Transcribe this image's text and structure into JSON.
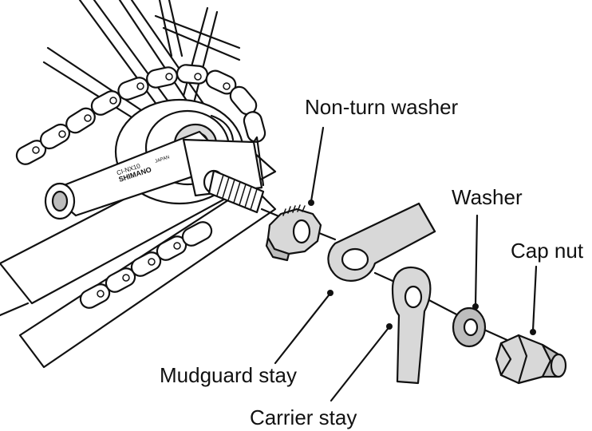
{
  "labels": {
    "non_turn_washer": "Non-turn washer",
    "washer": "Washer",
    "cap_nut": "Cap nut",
    "mudguard_stay": "Mudguard stay",
    "carrier_stay": "Carrier stay"
  },
  "hub_markings": {
    "brand": "SHIMANO",
    "model": "CI-NX10",
    "country": "JAPAN"
  },
  "colors": {
    "ink": "#111111",
    "part_fill_light": "#d8d8d8",
    "part_fill_mid": "#bdbdbd",
    "background": "#ffffff"
  }
}
